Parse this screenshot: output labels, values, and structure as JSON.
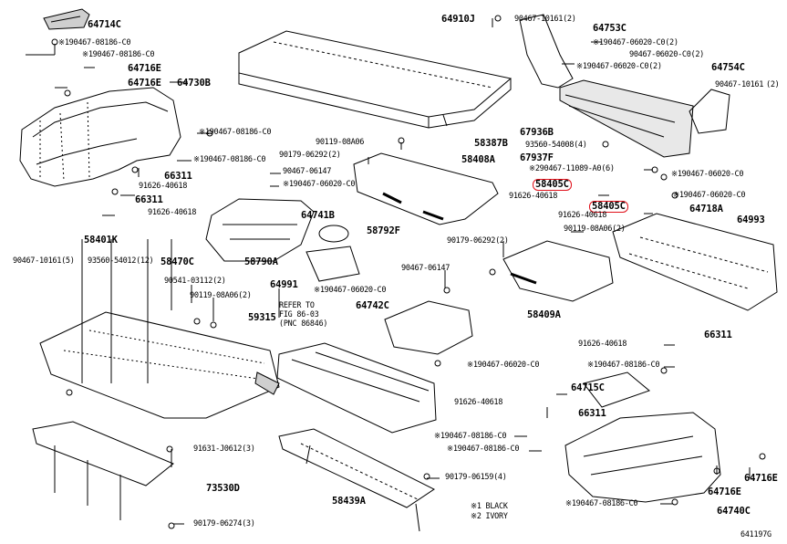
{
  "diagram": {
    "figure_code": "641197G",
    "legend": [
      "※1 BLACK",
      "※2 IVORY"
    ],
    "reference_note": [
      "REFER TO",
      "FIG 86-03",
      "(PNC 86846)"
    ],
    "highlight_color": "#e0101a",
    "parts": [
      {
        "id": "p1",
        "text": "64714C",
        "kind": "part"
      },
      {
        "id": "p2",
        "text": "※190467-08186-C0",
        "kind": "sub"
      },
      {
        "id": "p3",
        "text": "※190467-08186-C0",
        "kind": "sub"
      },
      {
        "id": "p4",
        "text": "64716E",
        "kind": "part"
      },
      {
        "id": "p5",
        "text": "64716E",
        "kind": "part"
      },
      {
        "id": "p6",
        "text": "64730B",
        "kind": "part"
      },
      {
        "id": "p7",
        "text": "※190467-08186-C0",
        "kind": "sub"
      },
      {
        "id": "p8",
        "text": "※190467-08186-C0",
        "kind": "sub"
      },
      {
        "id": "p9",
        "text": "66311",
        "kind": "part"
      },
      {
        "id": "p10",
        "text": "91626-40618",
        "kind": "sub"
      },
      {
        "id": "p11",
        "text": "66311",
        "kind": "part"
      },
      {
        "id": "p12",
        "text": "91626-40618",
        "kind": "sub"
      },
      {
        "id": "p13",
        "text": "64910J",
        "kind": "part"
      },
      {
        "id": "p14",
        "text": "90119-08A06",
        "kind": "sub"
      },
      {
        "id": "p15",
        "text": "90179-06292(2)",
        "kind": "sub"
      },
      {
        "id": "p16",
        "text": "90467-06147",
        "kind": "sub"
      },
      {
        "id": "p17",
        "text": "※190467-06020-C0",
        "kind": "sub"
      },
      {
        "id": "p18",
        "text": "64741B",
        "kind": "part"
      },
      {
        "id": "p19",
        "text": "58792F",
        "kind": "part"
      },
      {
        "id": "p20",
        "text": "58408A",
        "kind": "part"
      },
      {
        "id": "p21",
        "text": "58387B",
        "kind": "part"
      },
      {
        "id": "p22",
        "text": "90467-10161(2)",
        "kind": "sub"
      },
      {
        "id": "p23",
        "text": "64753C",
        "kind": "part"
      },
      {
        "id": "p24",
        "text": "※190467-06020-C0(2)",
        "kind": "sub"
      },
      {
        "id": "p25",
        "text": "90467-06020-C0(2)",
        "kind": "sub"
      },
      {
        "id": "p26",
        "text": "※190467-06020-C0(2)",
        "kind": "sub"
      },
      {
        "id": "p27",
        "text": "64754C",
        "kind": "part"
      },
      {
        "id": "p28",
        "text": "90467-10161",
        "kind": "sub"
      },
      {
        "id": "p29",
        "text": "(2)",
        "kind": "sub"
      },
      {
        "id": "p30",
        "text": "67936B",
        "kind": "part"
      },
      {
        "id": "p31",
        "text": "93560-54008(4)",
        "kind": "sub"
      },
      {
        "id": "p32",
        "text": "67937F",
        "kind": "part"
      },
      {
        "id": "p33",
        "text": "※290467-11089-A0(6)",
        "kind": "sub"
      },
      {
        "id": "p34",
        "text": "58405C",
        "kind": "part_hl"
      },
      {
        "id": "p35",
        "text": "91626-40618",
        "kind": "sub"
      },
      {
        "id": "p36",
        "text": "58405C",
        "kind": "part_hl"
      },
      {
        "id": "p37",
        "text": "91626-40618",
        "kind": "sub"
      },
      {
        "id": "p38",
        "text": "※190467-06020-C0",
        "kind": "sub"
      },
      {
        "id": "p39",
        "text": "※190467-06020-C0",
        "kind": "sub"
      },
      {
        "id": "p40",
        "text": "64718A",
        "kind": "part"
      },
      {
        "id": "p41",
        "text": "64993",
        "kind": "part"
      },
      {
        "id": "p42",
        "text": "90119-08A06(2)",
        "kind": "sub"
      },
      {
        "id": "p43",
        "text": "90179-06292(2)",
        "kind": "sub"
      },
      {
        "id": "p44",
        "text": "58401K",
        "kind": "part"
      },
      {
        "id": "p45",
        "text": "90467-10161(5)",
        "kind": "sub"
      },
      {
        "id": "p46",
        "text": "93560-54012(12)",
        "kind": "sub"
      },
      {
        "id": "p47",
        "text": "58470C",
        "kind": "part"
      },
      {
        "id": "p48",
        "text": "90541-03112(2)",
        "kind": "sub"
      },
      {
        "id": "p49",
        "text": "90119-08A06(2)",
        "kind": "sub"
      },
      {
        "id": "p50",
        "text": "58790A",
        "kind": "part"
      },
      {
        "id": "p51",
        "text": "64991",
        "kind": "part"
      },
      {
        "id": "p52",
        "text": "※190467-06020-C0",
        "kind": "sub"
      },
      {
        "id": "p53",
        "text": "90467-06147",
        "kind": "sub"
      },
      {
        "id": "p54",
        "text": "64742C",
        "kind": "part"
      },
      {
        "id": "p55",
        "text": "59315",
        "kind": "part"
      },
      {
        "id": "p56",
        "text": "58409A",
        "kind": "part"
      },
      {
        "id": "p57",
        "text": "66311",
        "kind": "part"
      },
      {
        "id": "p58",
        "text": "91626-40618",
        "kind": "sub"
      },
      {
        "id": "p59",
        "text": "※190467-06020-C0",
        "kind": "sub"
      },
      {
        "id": "p60",
        "text": "※190467-08186-C0",
        "kind": "sub"
      },
      {
        "id": "p61",
        "text": "64715C",
        "kind": "part"
      },
      {
        "id": "p62",
        "text": "91626-40618",
        "kind": "sub"
      },
      {
        "id": "p63",
        "text": "66311",
        "kind": "part"
      },
      {
        "id": "p64",
        "text": "※190467-08186-C0",
        "kind": "sub"
      },
      {
        "id": "p65",
        "text": "※190467-08186-C0",
        "kind": "sub"
      },
      {
        "id": "p66",
        "text": "91631-J0612(3)",
        "kind": "sub"
      },
      {
        "id": "p67",
        "text": "73530D",
        "kind": "part"
      },
      {
        "id": "p68",
        "text": "90179-06159(4)",
        "kind": "sub"
      },
      {
        "id": "p69",
        "text": "58439A",
        "kind": "part"
      },
      {
        "id": "p70",
        "text": "90179-06274(3)",
        "kind": "sub"
      },
      {
        "id": "p71",
        "text": "※190467-08186-C0",
        "kind": "sub"
      },
      {
        "id": "p72",
        "text": "64716E",
        "kind": "part"
      },
      {
        "id": "p73",
        "text": "64716E",
        "kind": "part"
      },
      {
        "id": "p74",
        "text": "64740C",
        "kind": "part"
      }
    ]
  }
}
